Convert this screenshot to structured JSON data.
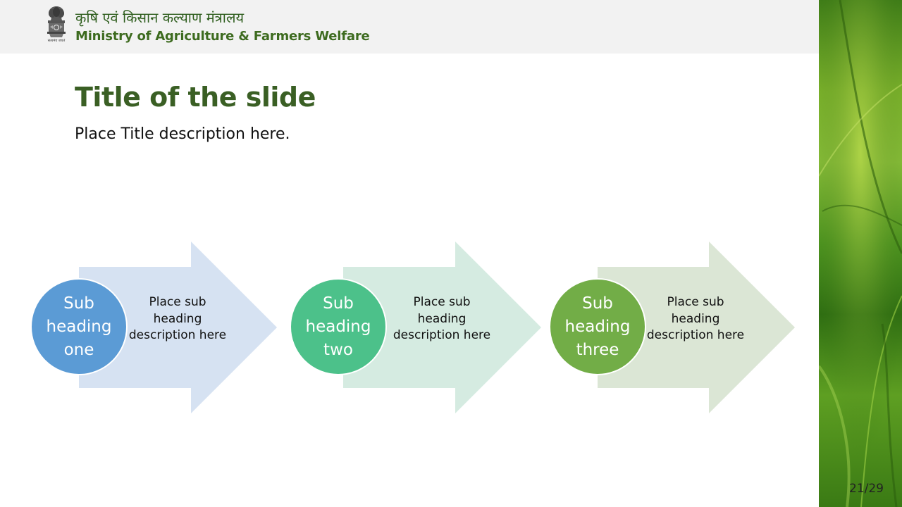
{
  "header": {
    "hindi_title": "कृषि एवं किसान कल्याण मंत्रालय",
    "ministry_title": "Ministry of Agriculture & Farmers Welfare",
    "emblem_motto": "सत्यमेव जयते"
  },
  "slide": {
    "title": "Title of the slide",
    "description": "Place Title description here."
  },
  "steps": [
    {
      "heading": "Sub heading one",
      "description": "Place sub heading description here",
      "circle_color": "#5b9bd5",
      "arrow_color": "#d6e2f2"
    },
    {
      "heading": "Sub heading two",
      "description": "Place sub heading description here",
      "circle_color": "#4cc18a",
      "arrow_color": "#d5ebe1"
    },
    {
      "heading": "Sub heading three",
      "description": "Place sub heading description here",
      "circle_color": "#72ad47",
      "arrow_color": "#dbe6d5"
    }
  ],
  "footer": {
    "page_number": "21/29"
  },
  "colors": {
    "header_bg": "#f2f2f2",
    "title": "#3a5f24",
    "ministry_text": "#3d6b1f"
  }
}
